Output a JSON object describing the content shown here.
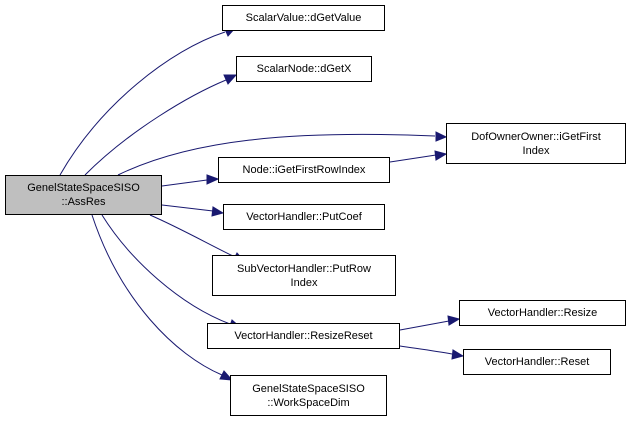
{
  "colors": {
    "edge": "#191970",
    "root_fill": "#bfbfbf",
    "node_fill": "#ffffff",
    "border": "#000000"
  },
  "nodes": {
    "root": "GenelStateSpaceSISO\n::AssRes",
    "scalarvalue_dgetvalue": "ScalarValue::dGetValue",
    "scalarnode_dgetx": "ScalarNode::dGetX",
    "dofownerowner_igetfirstindex": "DofOwnerOwner::iGetFirst\nIndex",
    "node_igetfirstrowindex": "Node::iGetFirstRowIndex",
    "vectorhandler_putcoef": "VectorHandler::PutCoef",
    "subvectorhandler_putrowindex": "SubVectorHandler::PutRow\nIndex",
    "vectorhandler_resizereset": "VectorHandler::ResizeReset",
    "vectorhandler_resize": "VectorHandler::Resize",
    "vectorhandler_reset": "VectorHandler::Reset",
    "genelstatespacesiso_workspacedim": "GenelStateSpaceSISO\n::WorkSpaceDim"
  }
}
